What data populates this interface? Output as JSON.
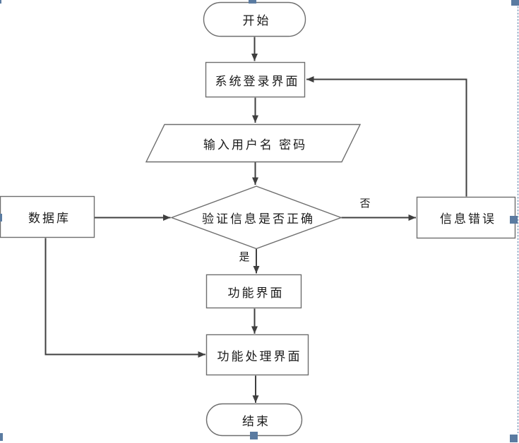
{
  "colors": {
    "background": "#ffffff",
    "shape_fill": "#ffffff",
    "shape_stroke": "#6e6e6e",
    "connector": "#3f3f3f",
    "text": "#1a1a1a",
    "selection_handle": "#5a7ba1",
    "selection_border": "#8ca6c4"
  },
  "flowchart": {
    "nodes": [
      {
        "id": "start",
        "type": "terminator",
        "label": "开始"
      },
      {
        "id": "login-screen",
        "type": "process",
        "label": "系统登录界面"
      },
      {
        "id": "input-credentials",
        "type": "input-output",
        "label": "输入用户名 密码"
      },
      {
        "id": "verify-info",
        "type": "decision",
        "label": "验证信息是否正确"
      },
      {
        "id": "database",
        "type": "process",
        "label": "数据库"
      },
      {
        "id": "info-error",
        "type": "process",
        "label": "信息错误"
      },
      {
        "id": "function-screen",
        "type": "process",
        "label": "功能界面"
      },
      {
        "id": "function-process-screen",
        "type": "process",
        "label": "功能处理界面"
      },
      {
        "id": "end",
        "type": "terminator",
        "label": "结束"
      }
    ],
    "edges": [
      {
        "from": "start",
        "to": "login-screen",
        "label": ""
      },
      {
        "from": "login-screen",
        "to": "input-credentials",
        "label": ""
      },
      {
        "from": "input-credentials",
        "to": "verify-info",
        "label": ""
      },
      {
        "from": "verify-info",
        "to": "function-screen",
        "label": "是"
      },
      {
        "from": "verify-info",
        "to": "info-error",
        "label": "否"
      },
      {
        "from": "info-error",
        "to": "login-screen",
        "label": ""
      },
      {
        "from": "database",
        "to": "verify-info",
        "label": ""
      },
      {
        "from": "database",
        "to": "function-process-screen",
        "label": ""
      },
      {
        "from": "function-screen",
        "to": "function-process-screen",
        "label": ""
      },
      {
        "from": "function-process-screen",
        "to": "end",
        "label": ""
      }
    ]
  }
}
